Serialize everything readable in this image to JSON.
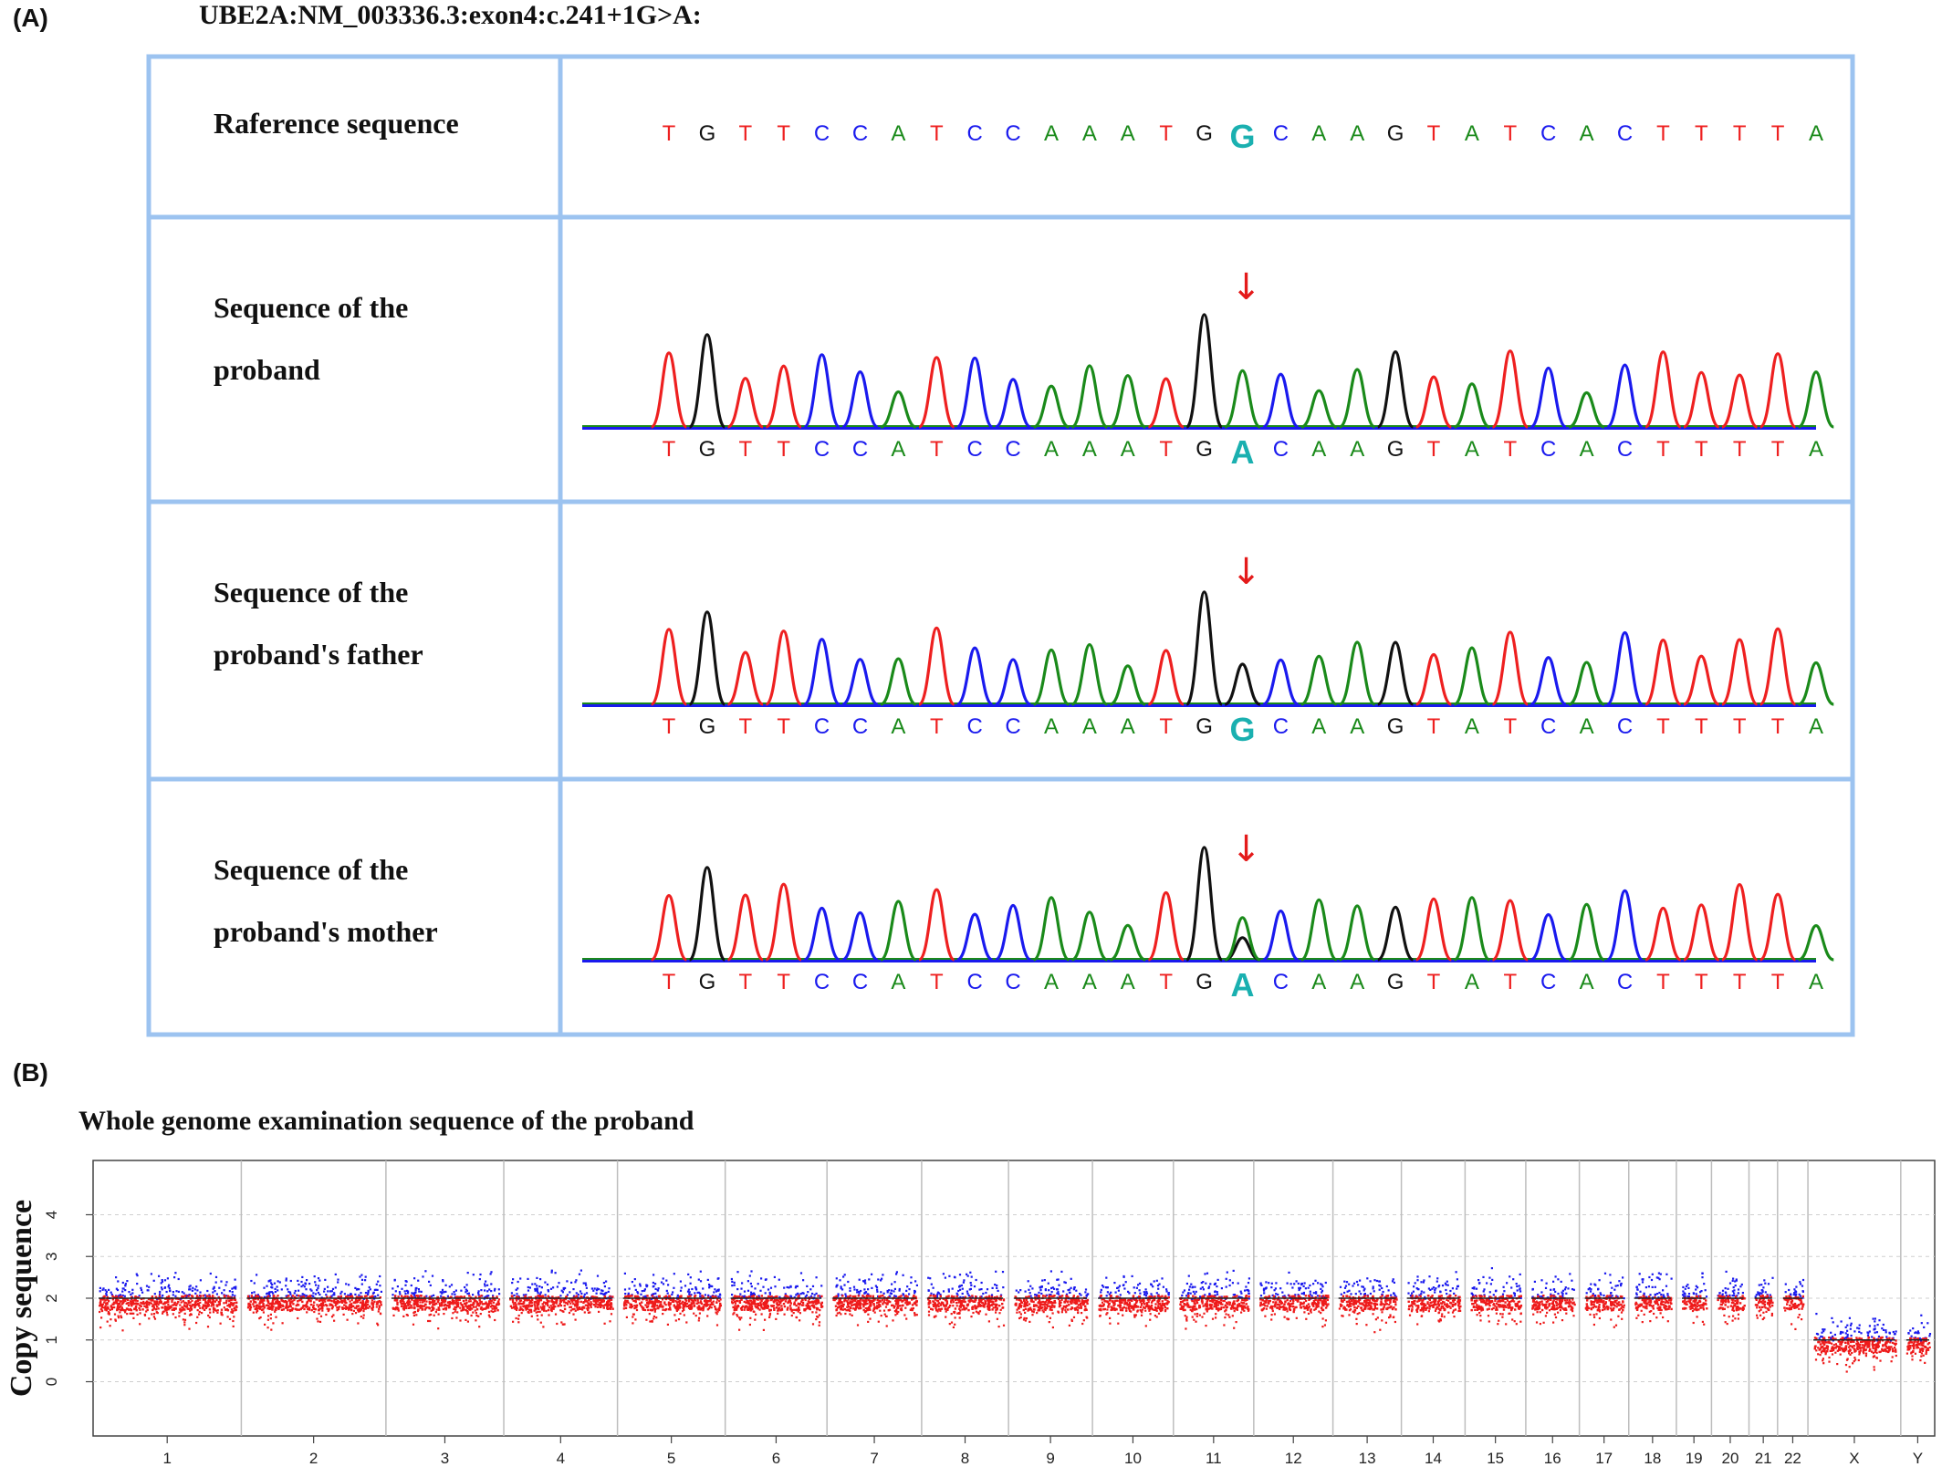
{
  "panel_a": {
    "label": "(A)",
    "variant": "UBE2A:NM_003336.3:exon4:c.241+1G>A:",
    "rows": [
      {
        "label_lines": [
          "Raference sequence"
        ],
        "kind": "reference",
        "bases": "TGTTCCATCCAAATGGCAAGTATCACTTTTA",
        "highlight_index": 15,
        "highlight_base": "G"
      },
      {
        "label_lines": [
          "Sequence of the",
          "proband"
        ],
        "kind": "trace",
        "bases": "TGTTCCATCCAAATGACAAGTATCACTTTTA",
        "highlight_index": 15,
        "highlight_base": "A"
      },
      {
        "label_lines": [
          "Sequence of the",
          "proband's father"
        ],
        "kind": "trace",
        "bases": "TGTTCCATCCAAATGGCAAGTATCACTTTTA",
        "highlight_index": 15,
        "highlight_base": "G"
      },
      {
        "label_lines": [
          "Sequence of the",
          "proband's mother"
        ],
        "kind": "trace",
        "bases": "TGTTCCATCCAAATGACAAGTATCACTTTTA",
        "highlight_index": 15,
        "highlight_base": "A"
      }
    ],
    "arrow_glyph": "↓",
    "base_colors": {
      "A": "#1a8a1a",
      "C": "#1a1aee",
      "G": "#111111",
      "T": "#ee2020",
      "highlight": "#1ab0b0"
    }
  },
  "panel_b": {
    "label": "(B)",
    "title": "Whole genome examination sequence of the proband",
    "chart_data": {
      "type": "scatter",
      "title": "Whole genome examination sequence of the proband",
      "ylabel": "Copy sequence",
      "xlabel": "",
      "ylim": [
        -1.3,
        5.3
      ],
      "yticks": [
        0,
        1,
        2,
        3,
        4
      ],
      "grid": true,
      "chromosomes": [
        "1",
        "2",
        "3",
        "4",
        "5",
        "6",
        "7",
        "8",
        "9",
        "10",
        "11",
        "12",
        "13",
        "14",
        "15",
        "16",
        "17",
        "18",
        "19",
        "20",
        "21",
        "22",
        "X",
        "Y"
      ],
      "copy_number_per_chromosome": [
        2,
        2,
        2,
        2,
        2,
        2,
        2,
        2,
        2,
        2,
        2,
        2,
        2,
        2,
        2,
        2,
        2,
        2,
        2,
        2,
        2,
        2,
        1,
        1
      ],
      "series": [
        {
          "name": "",
          "color": "#1a1aee"
        },
        {
          "name": "",
          "color": "#ee1a1a"
        }
      ]
    }
  }
}
